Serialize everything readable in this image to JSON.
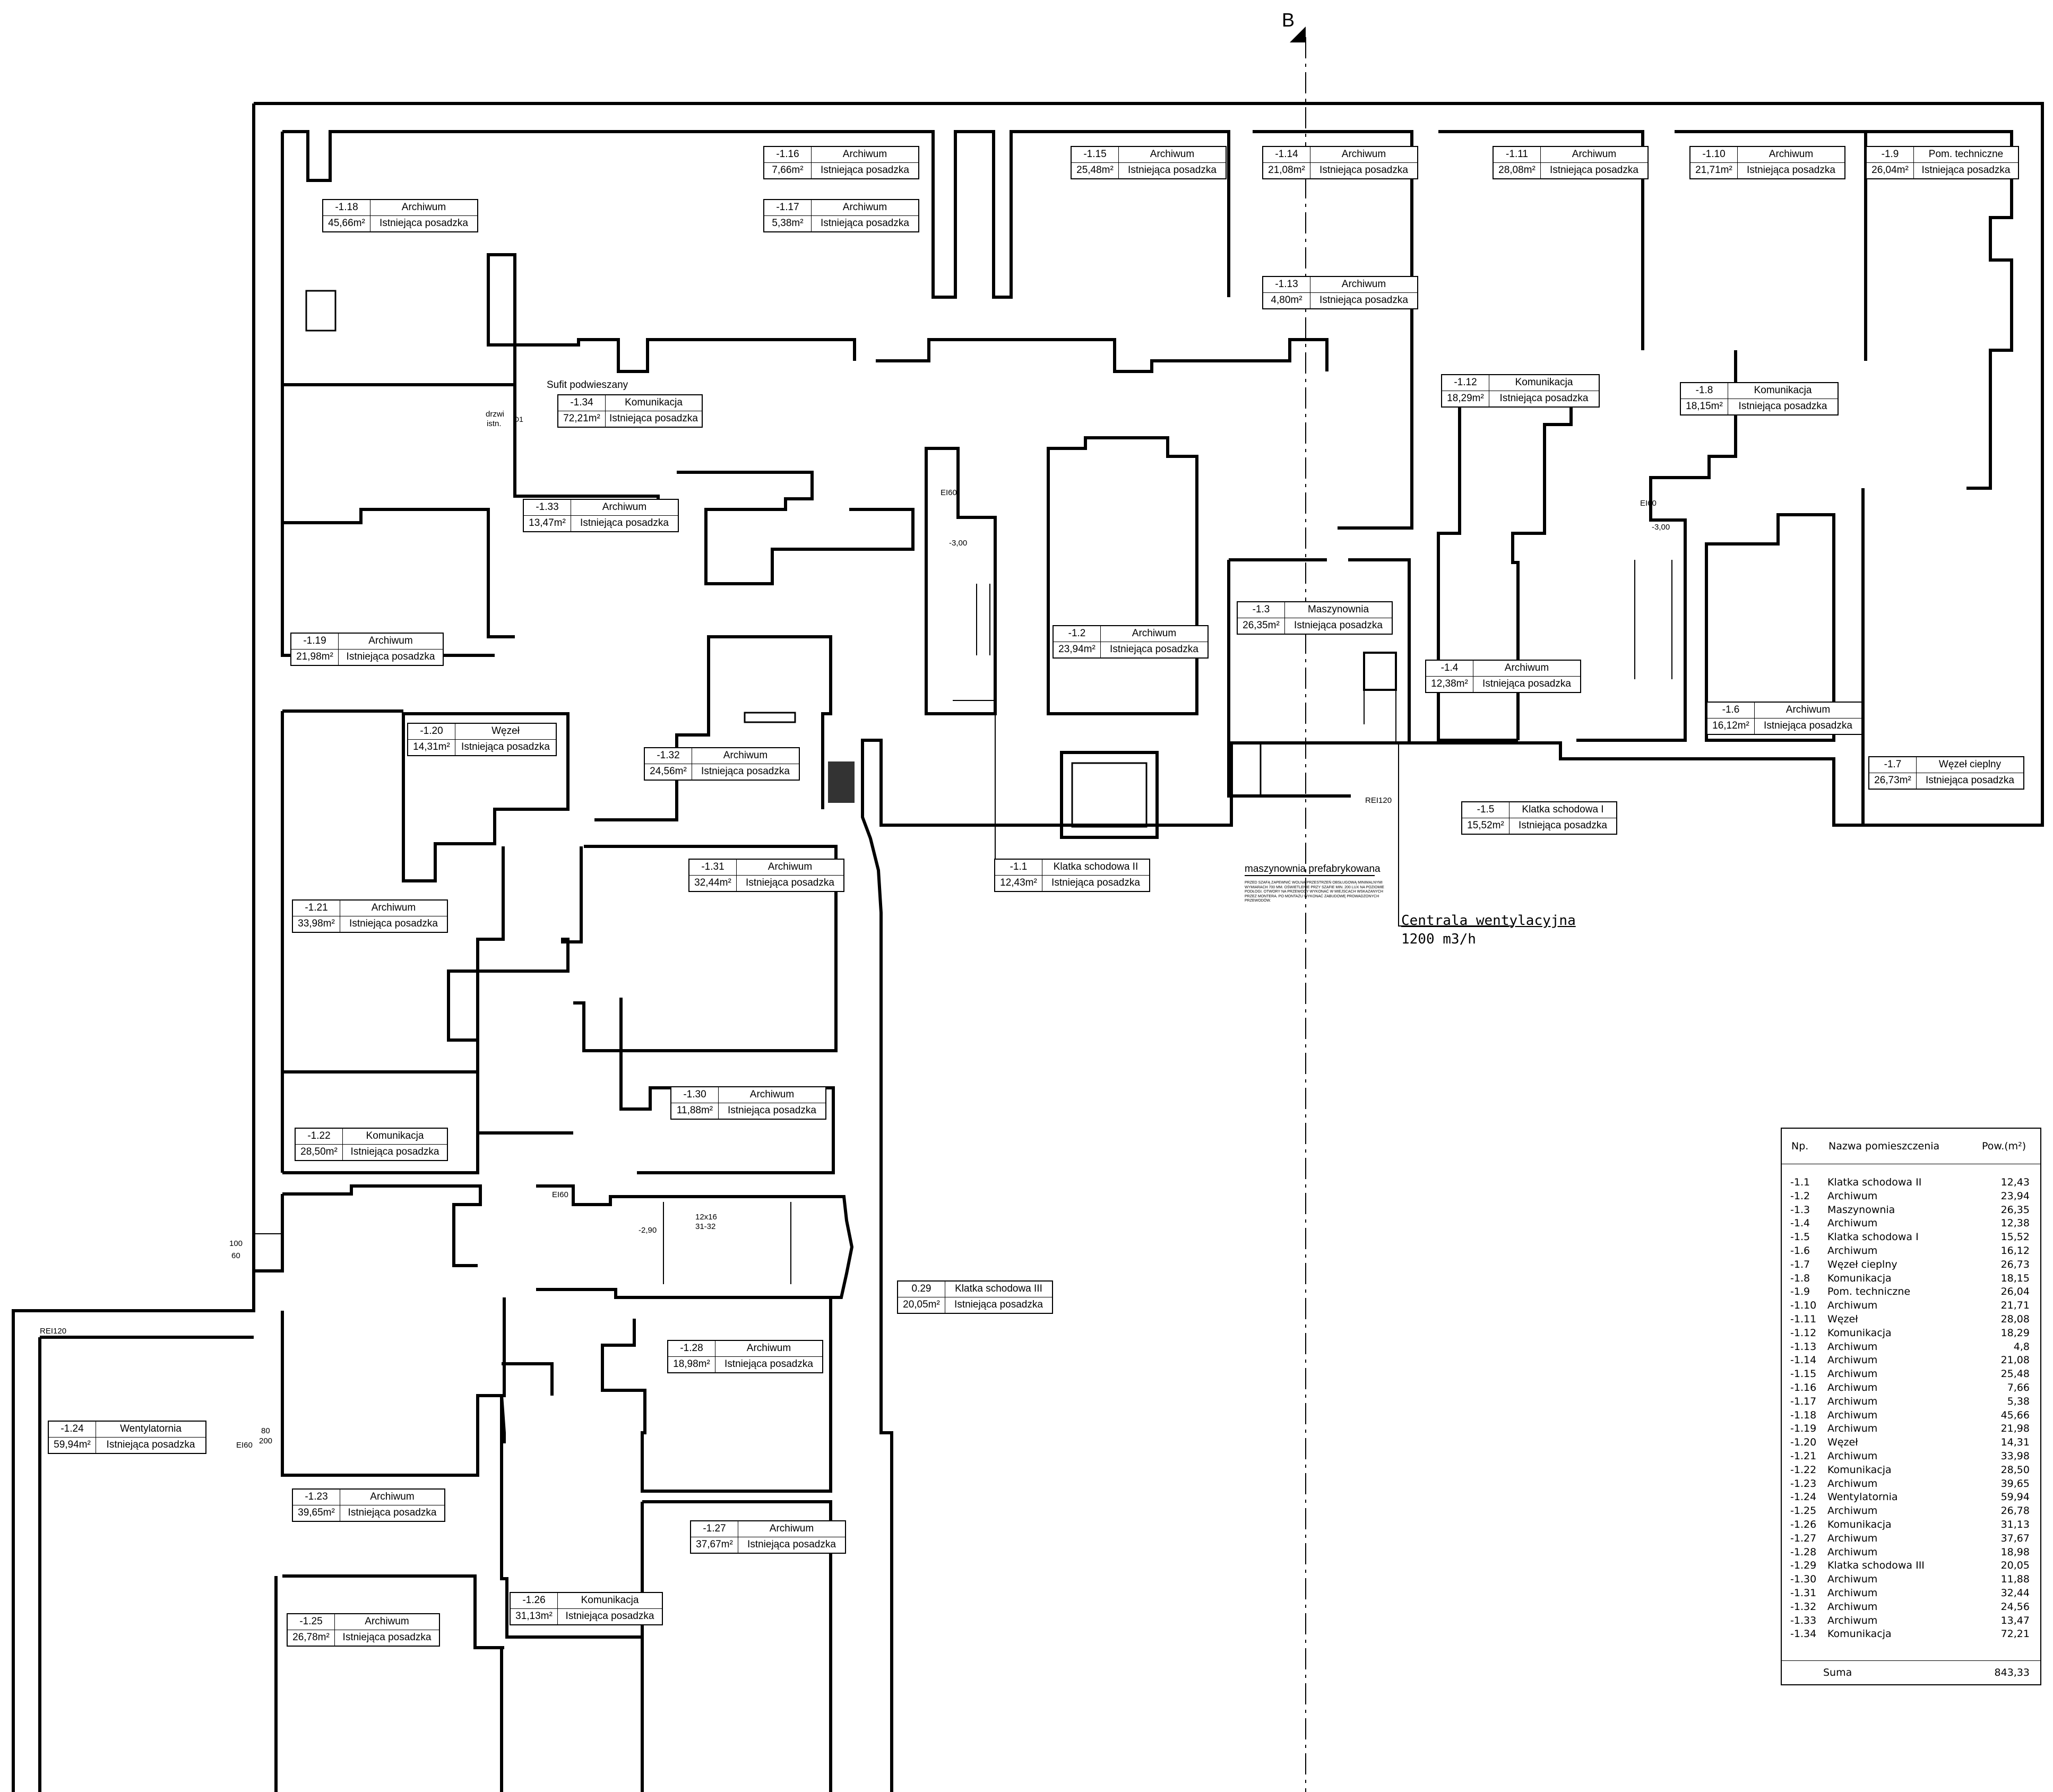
{
  "section_marker": "B",
  "rooms": [
    {
      "no": "-1.18",
      "name": "Archiwum",
      "area": "45,66m²",
      "floor": "Istniejąca posadzka"
    },
    {
      "no": "-1.16",
      "name": "Archiwum",
      "area": "7,66m²",
      "floor": "Istniejąca posadzka"
    },
    {
      "no": "-1.17",
      "name": "Archiwum",
      "area": "5,38m²",
      "floor": "Istniejąca posadzka"
    },
    {
      "no": "-1.15",
      "name": "Archiwum",
      "area": "25,48m²",
      "floor": "Istniejąca posadzka"
    },
    {
      "no": "-1.14",
      "name": "Archiwum",
      "area": "21,08m²",
      "floor": "Istniejąca posadzka"
    },
    {
      "no": "-1.13",
      "name": "Archiwum",
      "area": "4,80m²",
      "floor": "Istniejąca posadzka"
    },
    {
      "no": "-1.11",
      "name": "Archiwum",
      "area": "28,08m²",
      "floor": "Istniejąca posadzka"
    },
    {
      "no": "-1.10",
      "name": "Archiwum",
      "area": "21,71m²",
      "floor": "Istniejąca posadzka"
    },
    {
      "no": "-1.9",
      "name": "Pom. techniczne",
      "area": "26,04m²",
      "floor": "Istniejąca posadzka"
    },
    {
      "no": "-1.34",
      "name": "Komunikacja",
      "area": "72,21m²",
      "floor": "Istniejąca posadzka"
    },
    {
      "no": "-1.12",
      "name": "Komunikacja",
      "area": "18,29m²",
      "floor": "Istniejąca posadzka"
    },
    {
      "no": "-1.8",
      "name": "Komunikacja",
      "area": "18,15m²",
      "floor": "Istniejąca posadzka"
    },
    {
      "no": "-1.33",
      "name": "Archiwum",
      "area": "13,47m²",
      "floor": "Istniejąca posadzka"
    },
    {
      "no": "-1.19",
      "name": "Archiwum",
      "area": "21,98m²",
      "floor": "Istniejąca posadzka"
    },
    {
      "no": "-1.2",
      "name": "Archiwum",
      "area": "23,94m²",
      "floor": "Istniejąca posadzka"
    },
    {
      "no": "-1.3",
      "name": "Maszynownia",
      "area": "26,35m²",
      "floor": "Istniejąca posadzka"
    },
    {
      "no": "-1.4",
      "name": "Archiwum",
      "area": "12,38m²",
      "floor": "Istniejąca posadzka"
    },
    {
      "no": "-1.6",
      "name": "Archiwum",
      "area": "16,12m²",
      "floor": "Istniejąca posadzka"
    },
    {
      "no": "-1.20",
      "name": "Węzeł",
      "area": "14,31m²",
      "floor": "Istniejąca posadzka"
    },
    {
      "no": "-1.32",
      "name": "Archiwum",
      "area": "24,56m²",
      "floor": "Istniejąca posadzka"
    },
    {
      "no": "-1.7",
      "name": "Węzeł cieplny",
      "area": "26,73m²",
      "floor": "Istniejąca posadzka"
    },
    {
      "no": "-1.5",
      "name": "Klatka schodowa I",
      "area": "15,52m²",
      "floor": "Istniejąca posadzka"
    },
    {
      "no": "-1.31",
      "name": "Archiwum",
      "area": "32,44m²",
      "floor": "Istniejąca posadzka"
    },
    {
      "no": "-1.1",
      "name": "Klatka schodowa II",
      "area": "12,43m²",
      "floor": "Istniejąca posadzka"
    },
    {
      "no": "-1.21",
      "name": "Archiwum",
      "area": "33,98m²",
      "floor": "Istniejąca posadzka"
    },
    {
      "no": "-1.30",
      "name": "Archiwum",
      "area": "11,88m²",
      "floor": "Istniejąca posadzka"
    },
    {
      "no": "-1.22",
      "name": "Komunikacja",
      "area": "28,50m²",
      "floor": "Istniejąca posadzka"
    },
    {
      "no": "0.29",
      "name": "Klatka schodowa III",
      "area": "20,05m²",
      "floor": "Istniejąca posadzka"
    },
    {
      "no": "-1.28",
      "name": "Archiwum",
      "area": "18,98m²",
      "floor": "Istniejąca posadzka"
    },
    {
      "no": "-1.24",
      "name": "Wentylatornia",
      "area": "59,94m²",
      "floor": "Istniejąca posadzka"
    },
    {
      "no": "-1.23",
      "name": "Archiwum",
      "area": "39,65m²",
      "floor": "Istniejąca posadzka"
    },
    {
      "no": "-1.27",
      "name": "Archiwum",
      "area": "37,67m²",
      "floor": "Istniejąca posadzka"
    },
    {
      "no": "-1.26",
      "name": "Komunikacja",
      "area": "31,13m²",
      "floor": "Istniejąca posadzka"
    },
    {
      "no": "-1.25",
      "name": "Archiwum",
      "area": "26,78m²",
      "floor": "Istniejąca posadzka"
    }
  ],
  "annotations": {
    "sufit": "Sufit podwieszany",
    "maszynownia_pref": "maszynownia prefabrykowana",
    "maszynownia_note": "PRZED SZAFĄ ZAPEWNIĆ WOLNĄ PRZESTRZEŃ OBSŁUGOWĄ MINIMALNYMI WYMIARACH 700 MM. OŚWIETLENIE PRZY SZAFIE MIN. 200 LUX NA POZIOMIE PODŁOGI. OTWORY NA PRZEWODY WYKONAĆ W MIEJSCACH WSKAZANYCH PRZEZ MONTERA. PO MONTAŻU WYKONAĆ ZABUDOWĘ PROWADZONYCH PRZEWODÓW.",
    "centrala_1": "Centrala wentylacyjna",
    "centrala_2": "1200 m3/h",
    "rei120_a": "REI120",
    "rei120_b": "REI120",
    "ei60_a": "EI60",
    "ei60_b": "EI60",
    "ei60_c": "EI60",
    "ei60_d": "EI60",
    "level_a": "-3,00",
    "level_b": "-3,00",
    "level_c": "-2,90",
    "door_100": "100",
    "door_60": "60",
    "door_80": "80",
    "door_200": "200",
    "stairs_a": "12x16",
    "stairs_b": "31-32",
    "drzwi": "drzwi",
    "istn": "istn.",
    "d1": "D1"
  },
  "legend": {
    "header_no": "Np.",
    "header_name": "Nazwa pomieszczenia",
    "header_area": "Pow.(m²)",
    "rows": [
      {
        "no": "-1.1",
        "name": "Klatka schodowa II",
        "area": "12,43"
      },
      {
        "no": "-1.2",
        "name": "Archiwum",
        "area": "23,94"
      },
      {
        "no": "-1.3",
        "name": "Maszynownia",
        "area": "26,35"
      },
      {
        "no": "-1.4",
        "name": "Archiwum",
        "area": "12,38"
      },
      {
        "no": "-1.5",
        "name": "Klatka schodowa I",
        "area": "15,52"
      },
      {
        "no": "-1.6",
        "name": "Archiwum",
        "area": "16,12"
      },
      {
        "no": "-1.7",
        "name": "Węzeł cieplny",
        "area": "26,73"
      },
      {
        "no": "-1.8",
        "name": "Komunikacja",
        "area": "18,15"
      },
      {
        "no": "-1.9",
        "name": "Pom. techniczne",
        "area": "26,04"
      },
      {
        "no": "-1.10",
        "name": "Archiwum",
        "area": "21,71"
      },
      {
        "no": "-1.11",
        "name": "Węzeł",
        "area": "28,08"
      },
      {
        "no": "-1.12",
        "name": "Komunikacja",
        "area": "18,29"
      },
      {
        "no": "-1.13",
        "name": "Archiwum",
        "area": "4,8"
      },
      {
        "no": "-1.14",
        "name": "Archiwum",
        "area": "21,08"
      },
      {
        "no": "-1.15",
        "name": "Archiwum",
        "area": "25,48"
      },
      {
        "no": "-1.16",
        "name": "Archiwum",
        "area": "7,66"
      },
      {
        "no": "-1.17",
        "name": "Archiwum",
        "area": "5,38"
      },
      {
        "no": "-1.18",
        "name": "Archiwum",
        "area": "45,66"
      },
      {
        "no": "-1.19",
        "name": "Archiwum",
        "area": "21,98"
      },
      {
        "no": "-1.20",
        "name": "Węzeł",
        "area": "14,31"
      },
      {
        "no": "-1.21",
        "name": "Archiwum",
        "area": "33,98"
      },
      {
        "no": "-1.22",
        "name": "Komunikacja",
        "area": "28,50"
      },
      {
        "no": "-1.23",
        "name": "Archiwum",
        "area": "39,65"
      },
      {
        "no": "-1.24",
        "name": "Wentylatornia",
        "area": "59,94"
      },
      {
        "no": "-1.25",
        "name": "Archiwum",
        "area": "26,78"
      },
      {
        "no": "-1.26",
        "name": "Komunikacja",
        "area": "31,13"
      },
      {
        "no": "-1.27",
        "name": "Archiwum",
        "area": "37,67"
      },
      {
        "no": "-1.28",
        "name": "Archiwum",
        "area": "18,98"
      },
      {
        "no": "-1.29",
        "name": "Klatka schodowa III",
        "area": "20,05"
      },
      {
        "no": "-1.30",
        "name": "Archiwum",
        "area": "11,88"
      },
      {
        "no": "-1.31",
        "name": "Archiwum",
        "area": "32,44"
      },
      {
        "no": "-1.32",
        "name": "Archiwum",
        "area": "24,56"
      },
      {
        "no": "-1.33",
        "name": "Archiwum",
        "area": "13,47"
      },
      {
        "no": "-1.34",
        "name": "Komunikacja",
        "area": "72,21"
      }
    ],
    "sum_label": "Suma",
    "sum_value": "843,33"
  }
}
